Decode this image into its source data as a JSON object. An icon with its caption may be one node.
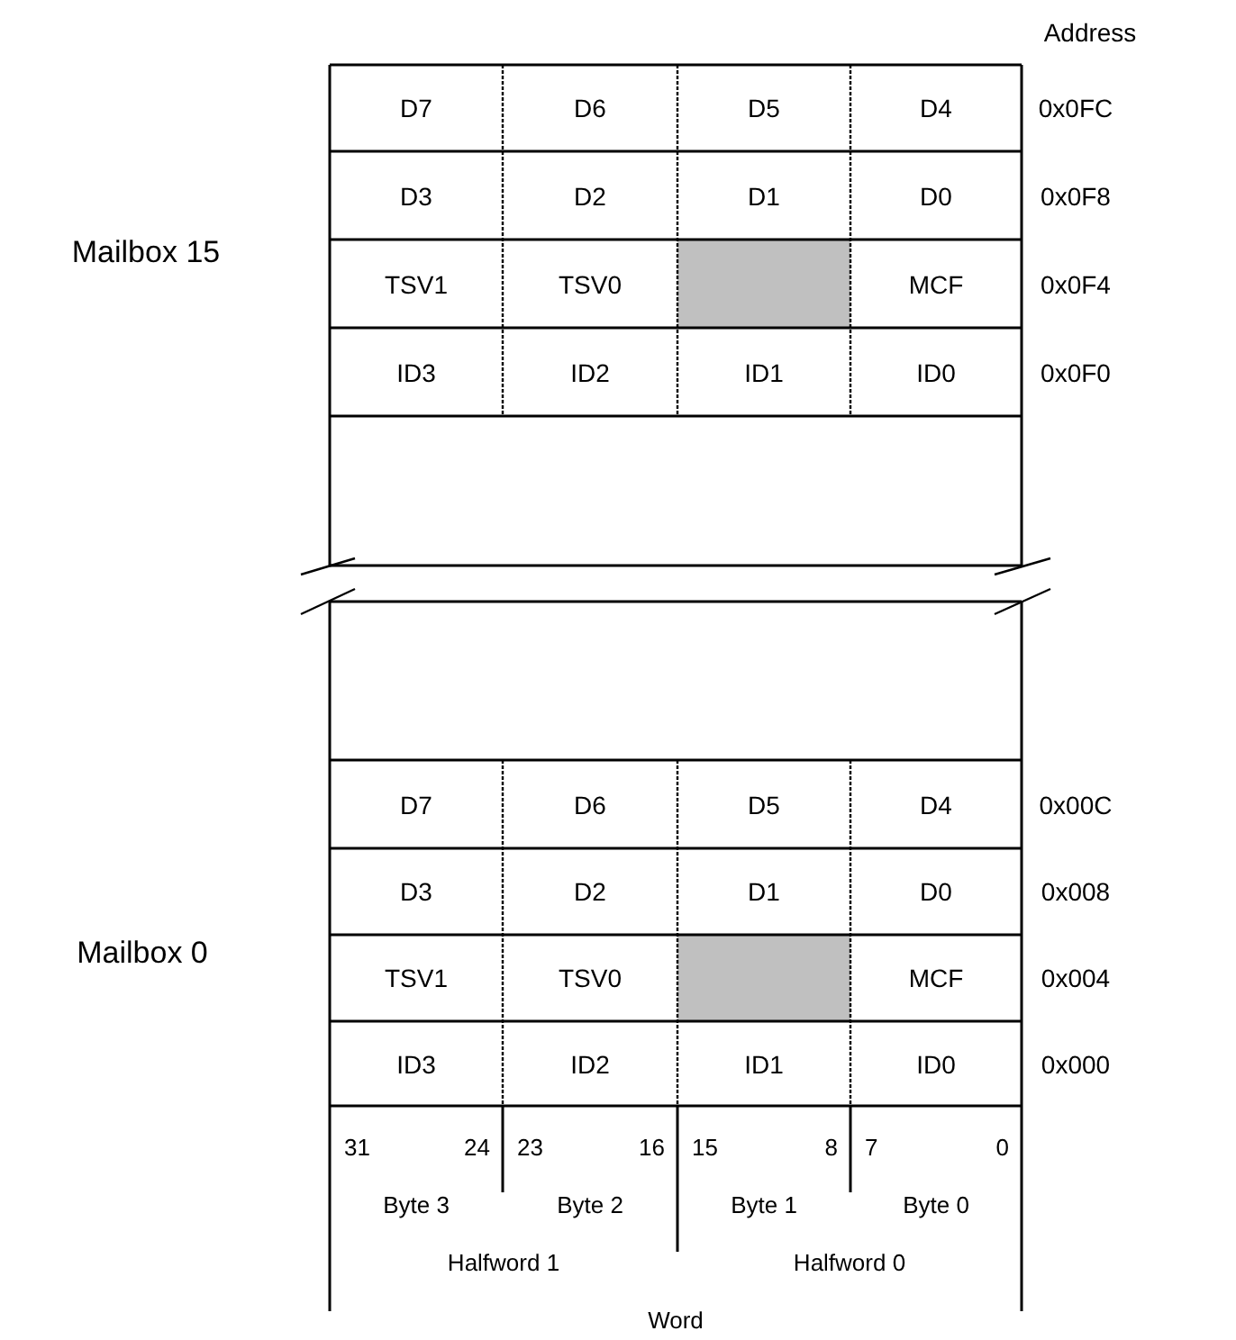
{
  "diagram": {
    "labels": [
      "Address",
      "D7",
      "D6",
      "D5",
      "D4",
      "0x0FC",
      "D3",
      "D2",
      "D1",
      "D0",
      "0x0F8",
      "Mailbox 15",
      "TSV1",
      "TSV0",
      "MCF",
      "0x0F4",
      "ID3",
      "ID2",
      "ID1",
      "ID0",
      "0x0F0",
      "D7",
      "D6",
      "D5",
      "D4",
      "0x00C",
      "D3",
      "D2",
      "D1",
      "D0",
      "0x008",
      "Mailbox 0",
      "TSV1",
      "TSV0",
      "MCF",
      "0x004",
      "ID3",
      "ID2",
      "ID1",
      "ID0",
      "0x000",
      "31",
      "24",
      "23",
      "16",
      "15",
      "8",
      "7",
      "0",
      "Byte 3",
      "Byte 2",
      "Byte 1",
      "Byte 0",
      "Halfword 1",
      "Halfword 0",
      "Word"
    ]
  }
}
